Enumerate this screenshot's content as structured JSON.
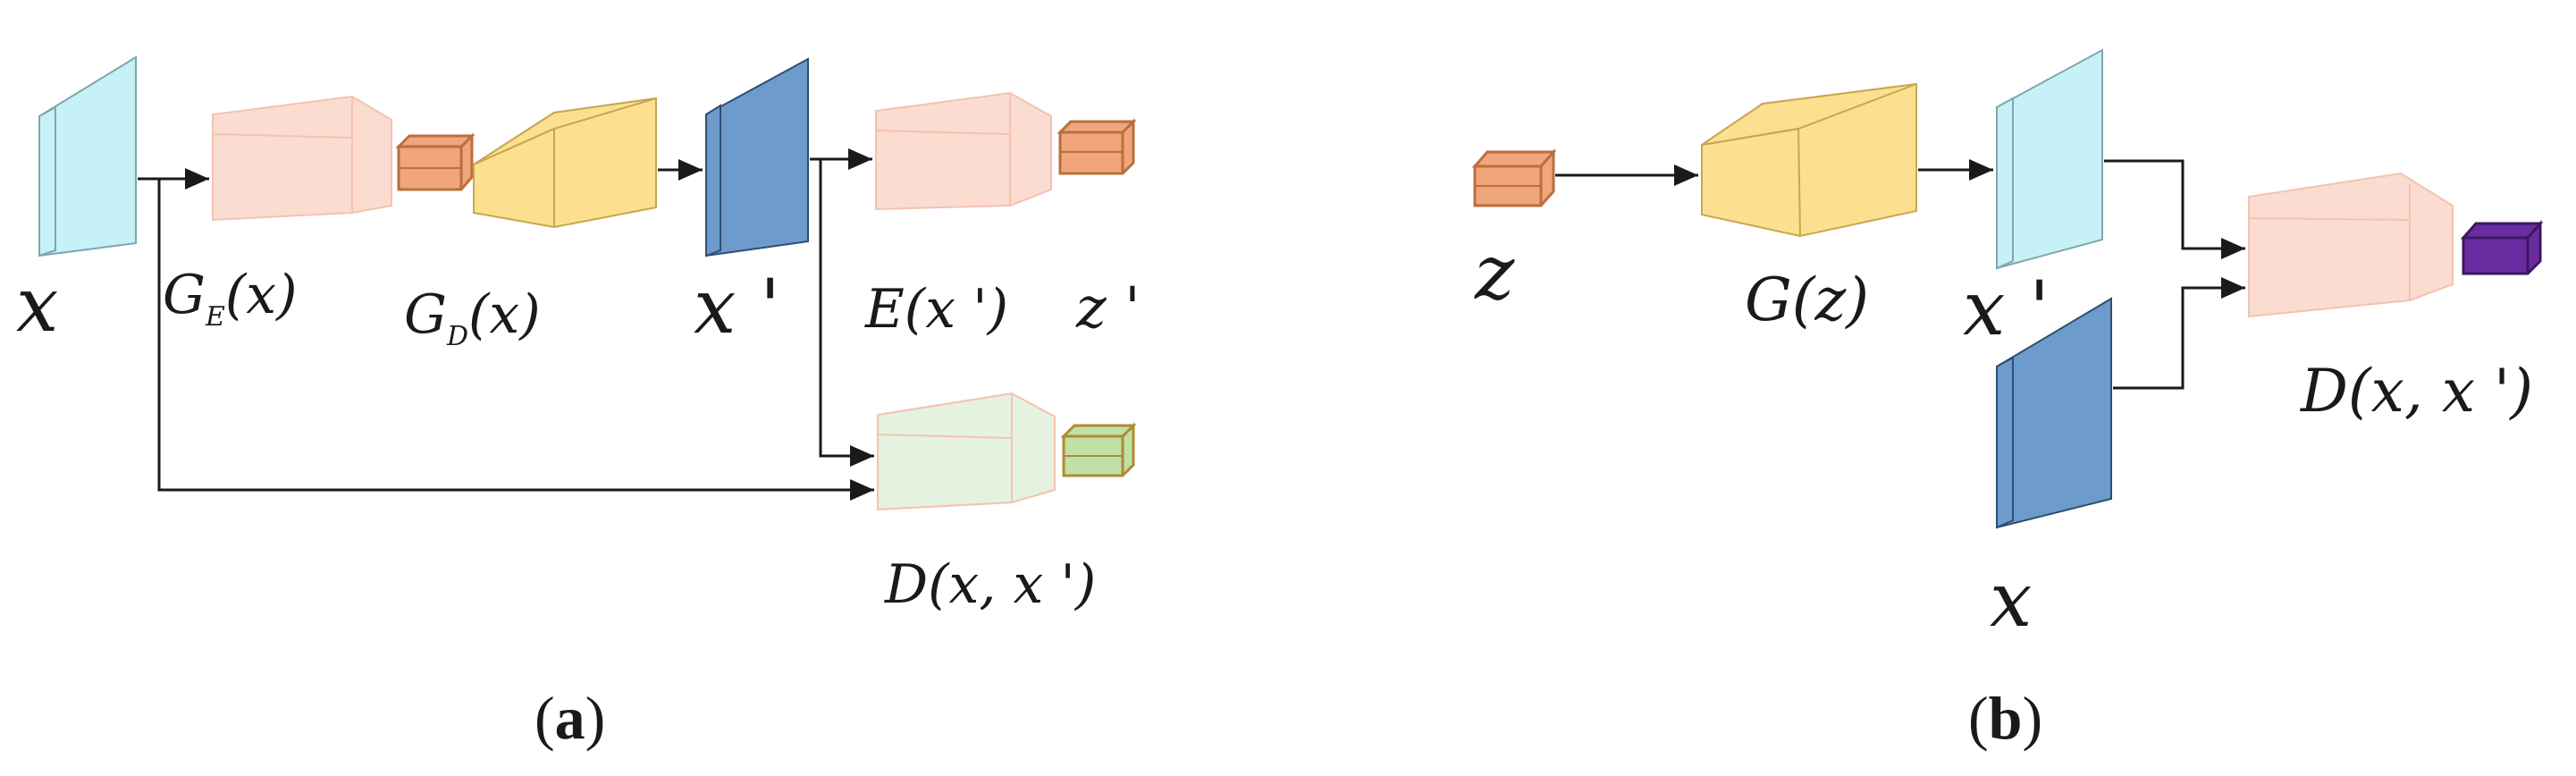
{
  "panel_a": {
    "caption": "a",
    "labels": {
      "x": "x",
      "ge_main": "G",
      "ge_sub": "E",
      "ge_arg": "(x)",
      "gd_main": "G",
      "gd_sub": "D",
      "gd_arg": "(x)",
      "x_prime": "x '",
      "e_x_prime": "E(x ')",
      "z_prime": "z '",
      "d_x_x_prime": "D(x, x ')"
    }
  },
  "panel_b": {
    "caption": "b",
    "labels": {
      "z": "z",
      "g_z": "G(z)",
      "x_prime": "x '",
      "x": "x",
      "d_x_x_prime": "D(x, x ')"
    }
  },
  "colors": {
    "image_light": "#c6f1f6",
    "image_light_edge": "#7fa7ad",
    "image_dark": "#6c9bcc",
    "image_dark_edge": "#304e70",
    "encoder": "#fbdcd0",
    "encoder_edge": "#f4c2b0",
    "decoder": "#fce090",
    "decoder_edge": "#c9a650",
    "latent_orange": "#f0a57a",
    "latent_orange_edge": "#b96f3e",
    "disc_green": "#e4f2df",
    "disc_green_edge": "#f4c2b0",
    "latent_green": "#bfe0a6",
    "latent_green_edge": "#b08a30",
    "latent_purple": "#6a2ca0",
    "latent_purple_edge": "#3c1762"
  }
}
